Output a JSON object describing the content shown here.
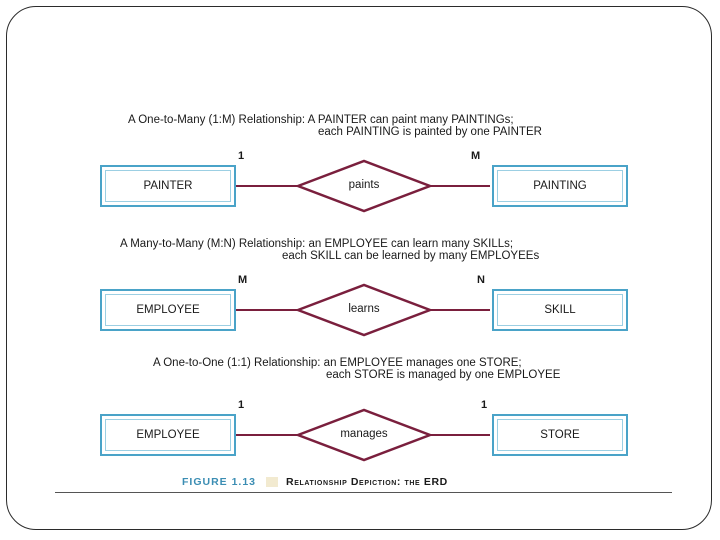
{
  "sections": [
    {
      "caption_line1": "A One-to-Many (1:M) Relationship: A PAINTER can paint many PAINTINGs;",
      "caption_line2": "each PAINTING is painted by one PAINTER",
      "left_entity": "PAINTER",
      "right_entity": "PAINTING",
      "relationship": "paints",
      "left_cardinality": "1",
      "right_cardinality": "M"
    },
    {
      "caption_line1": "A Many-to-Many (M:N) Relationship: an EMPLOYEE can learn many SKILLs;",
      "caption_line2": "each SKILL can be learned by many EMPLOYEEs",
      "left_entity": "EMPLOYEE",
      "right_entity": "SKILL",
      "relationship": "learns",
      "left_cardinality": "M",
      "right_cardinality": "N"
    },
    {
      "caption_line1": "A One-to-One (1:1) Relationship: an EMPLOYEE manages one STORE;",
      "caption_line2": "each STORE is managed by one EMPLOYEE",
      "left_entity": "EMPLOYEE",
      "right_entity": "STORE",
      "relationship": "manages",
      "left_cardinality": "1",
      "right_cardinality": "1"
    }
  ],
  "figure": {
    "number": "FIGURE 1.13",
    "title": "Relationship Depiction: the ERD"
  },
  "colors": {
    "entity_border": "#4aa3c8",
    "relationship_line": "#7a1f3d",
    "figure_number": "#3b8db3"
  }
}
